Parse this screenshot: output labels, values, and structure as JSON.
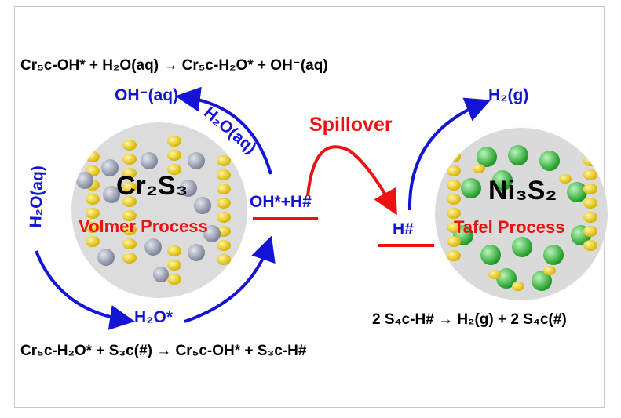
{
  "equations": {
    "top": "Cr₅c-OH* + H₂O(aq) → Cr₅c-H₂O* + OH⁻(aq)",
    "bottom_left": "Cr₅c-H₂O* + S₃c(#) → Cr₅c-OH* + S₃c-H#",
    "bottom_right": "2 S₄c-H# → H₂(g) + 2 S₄c(#)"
  },
  "labels": {
    "oh_minus_aq": "OH⁻(aq)",
    "h2o_aq_arc": "H₂O(aq)",
    "h2o_aq_left": "H₂O(aq)",
    "h2o_star": "H₂O*",
    "oh_star_h": "OH*+H#",
    "h_hash": "H#",
    "h2_g": "H₂(g)",
    "spillover": "Spillover",
    "cr2s3": "Cr₂S₃",
    "volmer": "Volmer Process",
    "ni3s2": "Ni₃S₂",
    "tafel": "Tafel Process"
  },
  "colors": {
    "blue": "#1414d6",
    "red": "#ee1111",
    "cr_atom": "#9aa0b4",
    "s_atom": "#e8c800",
    "ni_atom": "#33c43a"
  }
}
